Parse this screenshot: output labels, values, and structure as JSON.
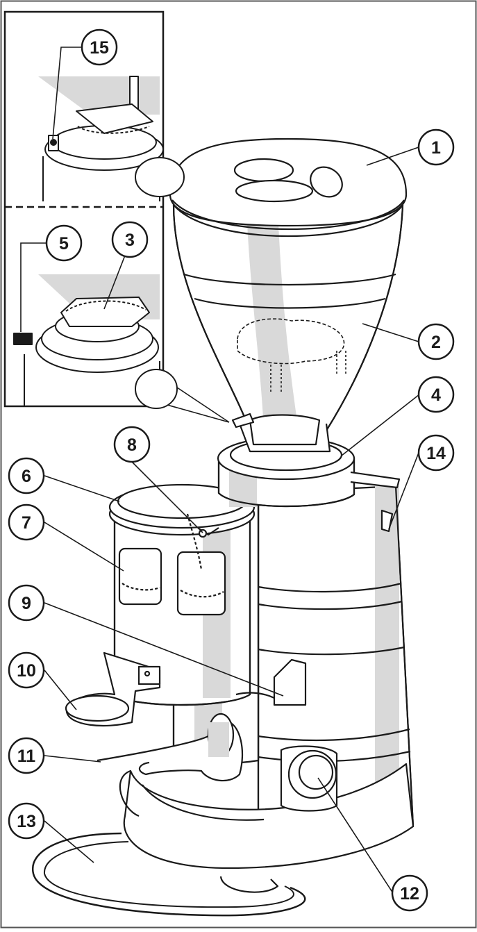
{
  "diagram": {
    "callouts": [
      {
        "id": "1",
        "label": "1"
      },
      {
        "id": "2",
        "label": "2"
      },
      {
        "id": "3",
        "label": "3"
      },
      {
        "id": "4",
        "label": "4"
      },
      {
        "id": "5",
        "label": "5"
      },
      {
        "id": "6",
        "label": "6"
      },
      {
        "id": "7",
        "label": "7"
      },
      {
        "id": "8",
        "label": "8"
      },
      {
        "id": "9",
        "label": "9"
      },
      {
        "id": "10",
        "label": "10"
      },
      {
        "id": "11",
        "label": "11"
      },
      {
        "id": "12",
        "label": "12"
      },
      {
        "id": "13",
        "label": "13"
      },
      {
        "id": "14",
        "label": "14"
      },
      {
        "id": "15",
        "label": "15"
      }
    ],
    "colors": {
      "line": "#1a1a1a",
      "fill": "#ffffff",
      "shade": "#d9d9d9",
      "frame": "#555555"
    }
  }
}
